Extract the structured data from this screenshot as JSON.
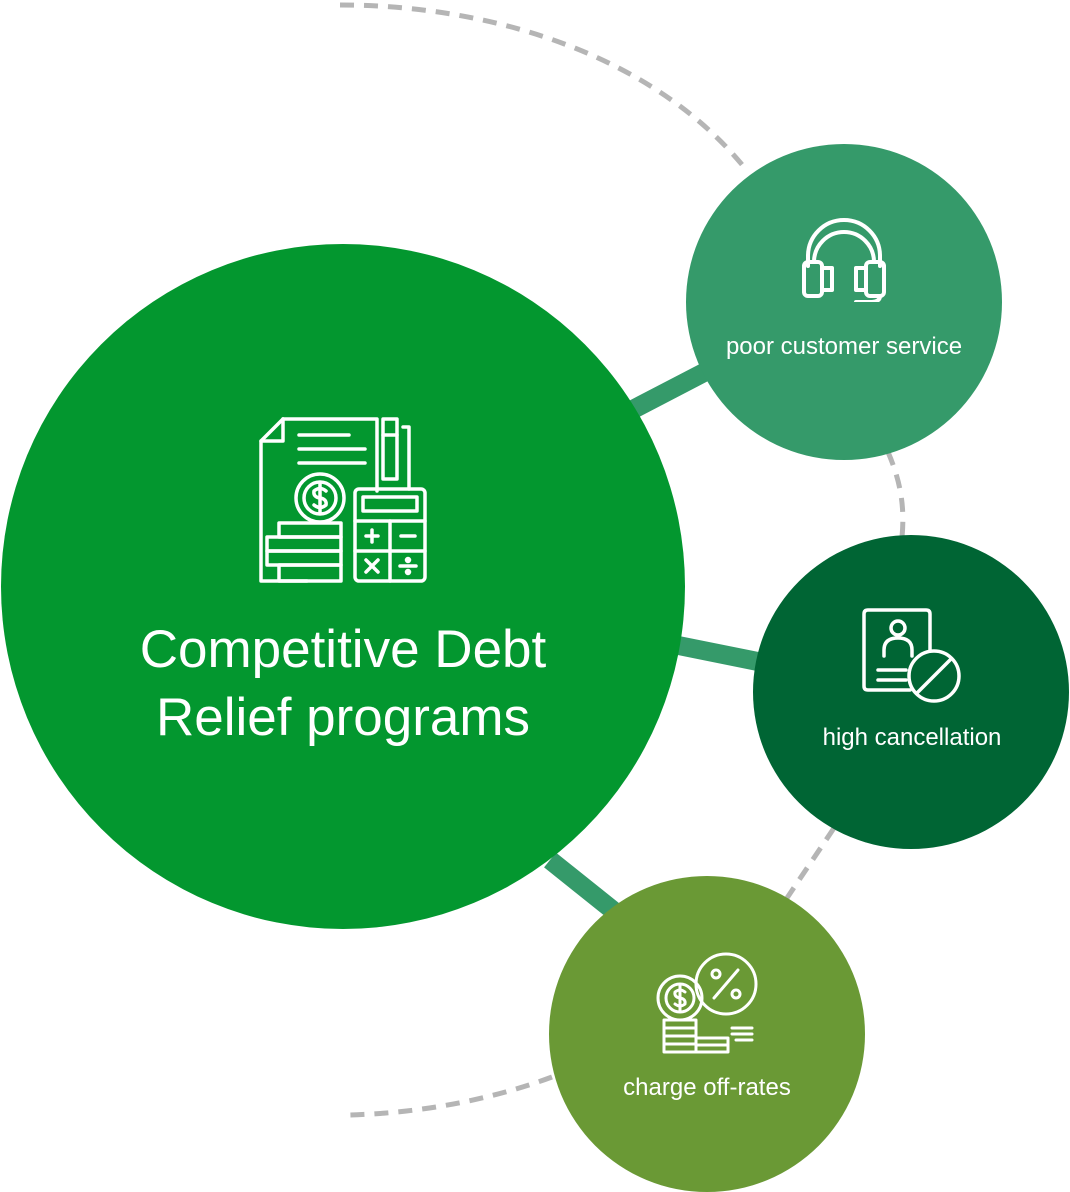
{
  "nodes": {
    "main": {
      "label": "Competitive Debt Relief programs",
      "icon": "invoice-calculator-coins-icon"
    },
    "service": {
      "label": "poor customer service",
      "icon": "headset-icon"
    },
    "cancel": {
      "label": "high cancellation",
      "icon": "profile-card-cancel-icon"
    },
    "charge": {
      "label": "charge off-rates",
      "icon": "coins-percent-icon"
    }
  },
  "colors": {
    "main": "#03972f",
    "service": "#359a6a",
    "cancel": "#006534",
    "charge": "#6a9935",
    "connector": "#359a6a",
    "dashed_arc": "#b5b5b5",
    "text": "#ffffff"
  }
}
